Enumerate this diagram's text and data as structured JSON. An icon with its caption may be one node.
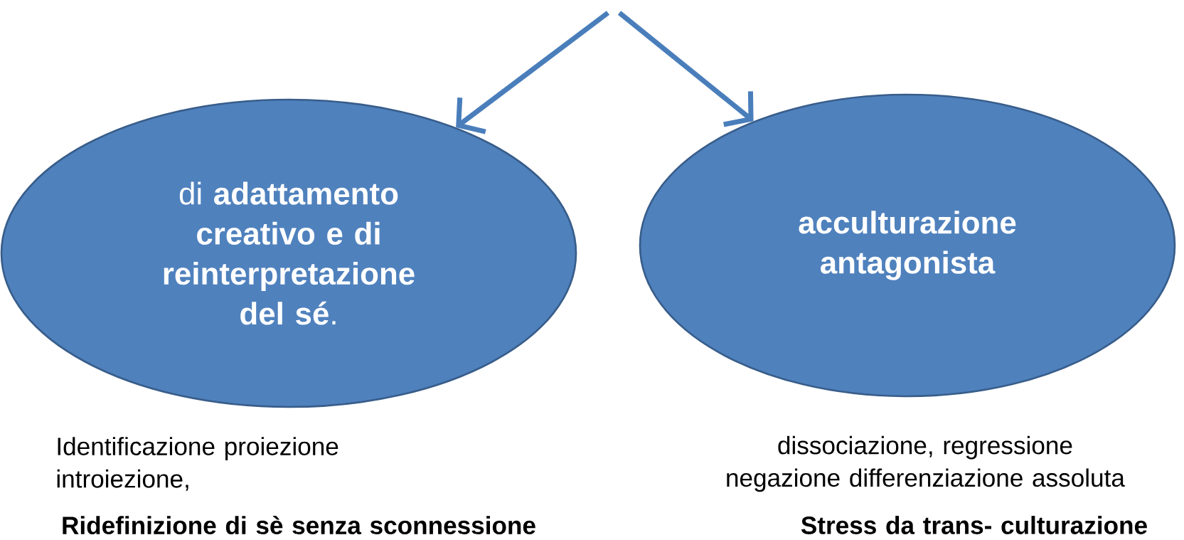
{
  "diagram": {
    "nodes": [
      {
        "text": [
          "di **adattamento creativo e di reinterpretazione del sé**."
        ],
        "beside": [
          "Identificazione proiezione introiezione,",
          "Ridefinizione di sè senza sconnessione"
        ]
      },
      {
        "text": [
          "acculturazione antagonista"
        ],
        "beside": [
          "dissociazione, regressione negazione differenziazione assoluta",
          "Stress da trans- culturazione"
        ]
      }
    ],
    "edges": [
      {
        "from": null,
        "to": 0,
        "arrow": "to"
      },
      {
        "from": null,
        "to": 1,
        "arrow": "to"
      }
    ]
  }
}
